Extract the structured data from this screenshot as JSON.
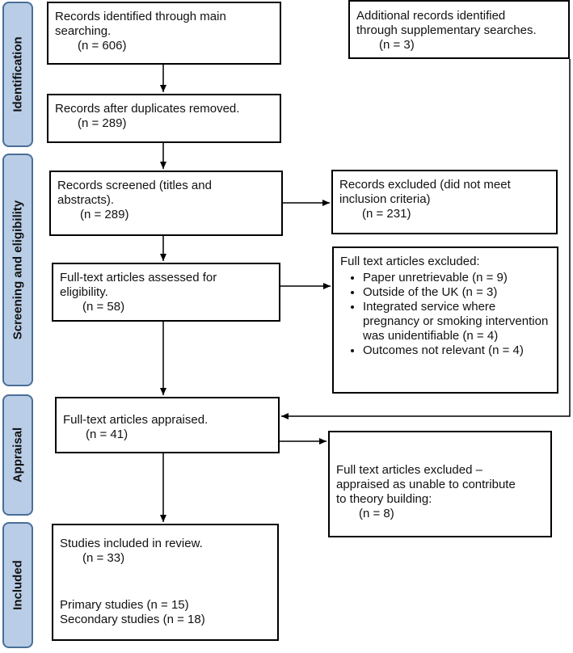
{
  "phases": {
    "identification": "Identification",
    "screening": "Screening and eligibility",
    "appraisal": "Appraisal",
    "included": "Included"
  },
  "boxes": {
    "main_search": {
      "lines": [
        "Records identified through main",
        "searching."
      ],
      "n": "(n = 606)"
    },
    "supplementary": {
      "lines": [
        "Additional records identified",
        "through supplementary searches."
      ],
      "n": "(n = 3)"
    },
    "deduplicated": {
      "lines": [
        "Records after duplicates removed."
      ],
      "n": "(n = 289)"
    },
    "screened": {
      "lines": [
        "Records screened (titles and",
        "abstracts)."
      ],
      "n": "(n = 289)"
    },
    "excluded_screening": {
      "lines": [
        "Records excluded (did not meet",
        "inclusion criteria)"
      ],
      "n": "(n = 231)"
    },
    "fulltext_assessed": {
      "lines": [
        "Full-text articles assessed for",
        "eligibility."
      ],
      "n": "(n = 58)"
    },
    "fulltext_excluded": {
      "title": "Full text articles excluded:",
      "items": [
        "Paper unretrievable (n = 9)",
        "Outside of the UK (n = 3)",
        "Integrated service where pregnancy or smoking intervention was unidentifiable (n = 4)",
        "Outcomes not relevant (n = 4)"
      ]
    },
    "appraised": {
      "lines": [
        "Full-text articles appraised."
      ],
      "n": "(n = 41)"
    },
    "appraisal_excluded": {
      "lines": [
        "Full text articles excluded –",
        "appraised as unable to contribute",
        "to theory building:"
      ],
      "n": "(n = 8)"
    },
    "included": {
      "lines": [
        "Studies included in review."
      ],
      "n": "(n = 33)",
      "primary": "Primary studies (n = 15)",
      "secondary": "Secondary studies (n = 18)"
    }
  }
}
